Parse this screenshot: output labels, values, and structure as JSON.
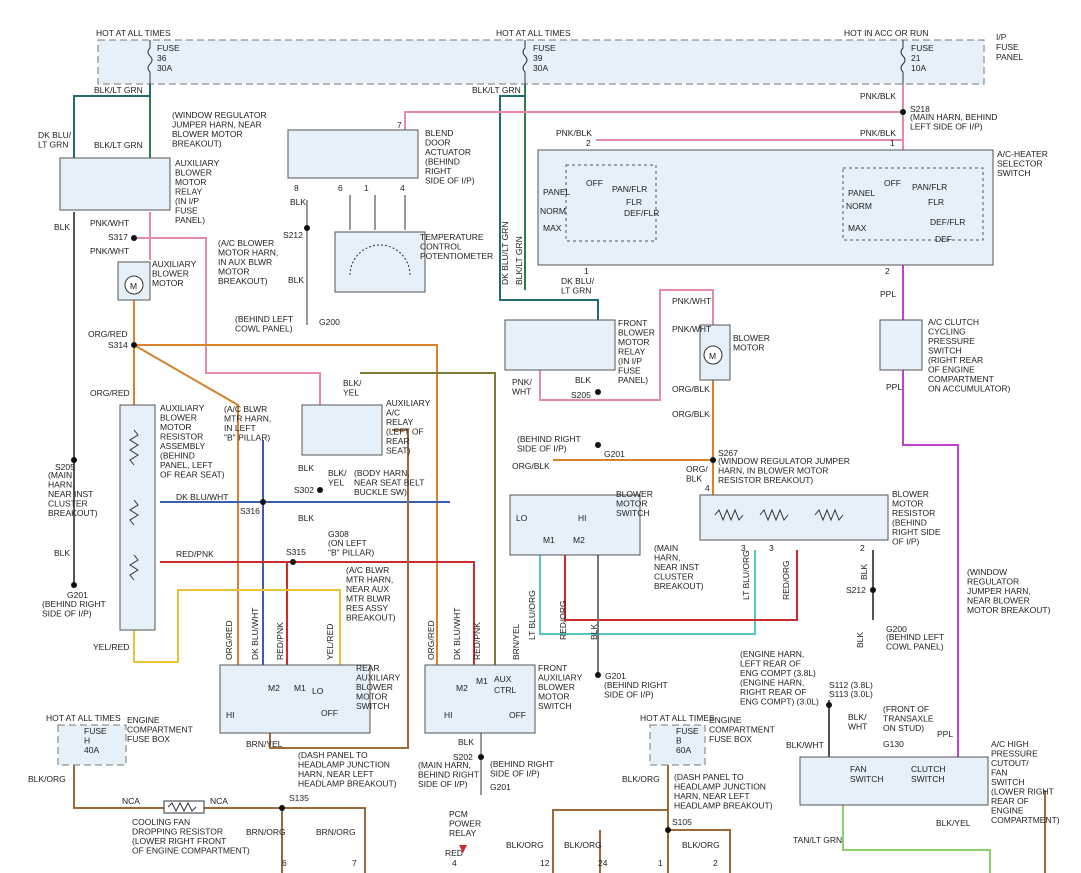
{
  "top": {
    "hot1": "HOT AT ALL TIMES",
    "hot2": "HOT AT ALL TIMES",
    "hot3": "HOT IN ACC OR RUN",
    "fuse36": [
      "FUSE",
      "36",
      "30A"
    ],
    "fuse39": [
      "FUSE",
      "39",
      "30A"
    ],
    "fuse21": [
      "FUSE",
      "21",
      "10A"
    ],
    "ip_panel": [
      "I/P",
      "FUSE",
      "PANEL"
    ]
  },
  "wires": {
    "blk_ltgrn1": "BLK/LT GRN",
    "blk_ltgrn2": "BLK/LT GRN",
    "blk_ltgrn3": "BLK/LT GRN",
    "dkblu_ltgrn": [
      "DK BLU/",
      "LT GRN"
    ],
    "pnk_blk1": "PNK/BLK",
    "pnk_blk2": "PNK/BLK",
    "pnk_blk3": "PNK/BLK",
    "pnk_blk4": "PNK/BLK",
    "blk1": "BLK",
    "pnk_wht1": "PNK/WHT",
    "pnk_wht2": "PNK/WHT",
    "org_red1": "ORG/RED",
    "org_red2": "ORG/RED",
    "blk2": "BLK",
    "blk3": "BLK",
    "yel_red": "YEL/RED",
    "dk_blu_wht": "DK BLU/WHT",
    "red_pnk": "RED/PNK",
    "dkblu_ltgrn2": [
      "DK BLU/",
      "LT GRN"
    ],
    "dkblu_ltgrn_vert": "DK BLU/LT GRN",
    "blk_ltgrn_vert": "BLK/LT GRN",
    "pnk_wht3": [
      "PNK/",
      "WHT"
    ],
    "pnk_wht4": "PNK/WHT",
    "pnk_wht5": "PNK/WHT",
    "org_blk1": "ORG/BLK",
    "org_blk2": "ORG/BLK",
    "org_blk3": "ORG/BLK",
    "org_blk4": [
      "ORG/",
      "BLK"
    ],
    "ppl1": "PPL",
    "ppl2": "PPL",
    "ppl3": "PPL",
    "blk_yel": [
      "BLK/",
      "YEL"
    ],
    "blk_yel2": [
      "BLK/",
      "YEL"
    ],
    "blk4": "BLK",
    "blk5": "BLK",
    "brn_yel": "BRN/YEL",
    "blk_org1": "BLK/ORG",
    "blk_org2": "BLK/ORG",
    "brn_org1": "BRN/ORG",
    "brn_org2": "BRN/ORG",
    "nca1": "NCA",
    "nca2": "NCA",
    "blk_org3": "BLK/ORG",
    "blk_org4": "BLK/ORG",
    "blk_org5": "BLK/ORG",
    "blk_wht": "BLK/WHT",
    "blk_wht2": [
      "BLK/",
      "WHT"
    ],
    "blk_yel3": "BLK/YEL",
    "tan_ltgrn": "TAN/LT GRN",
    "red": "RED",
    "blk6": "BLK",
    "blk7": "BLK",
    "blk8": "BLK",
    "blk9": "BLK",
    "blk10": "BLK"
  },
  "bottom_pins": [
    "6",
    "7",
    "4",
    "12",
    "24",
    "1",
    "2"
  ],
  "vertical_wires": [
    "ORG/RED",
    "DK BLU/WHT",
    "RED/PNK",
    "YEL/RED",
    "ORG/RED",
    "DK BLU/WHT",
    "RED/PNK",
    "BRN/YEL",
    "LT BLU/ORG",
    "RED/ORG",
    "BLK",
    "LT BLU/ORG",
    "RED/ORG",
    "BLK"
  ],
  "comps": {
    "blend": [
      "BLEND",
      "DOOR",
      "ACTUATOR",
      "(BEHIND",
      "RIGHT",
      "SIDE OF I/P)"
    ],
    "temp": [
      "TEMPERATURE",
      "CONTROL",
      "POTENTIOMETER"
    ],
    "wr_jumper": [
      "(WINDOW REGULATOR",
      "JUMPER HARN, NEAR",
      "BLOWER MOTOR",
      "BREAKOUT)"
    ],
    "aux_relay": [
      "AUXILIARY",
      "BLOWER",
      "MOTOR",
      "RELAY",
      "(IN I/P",
      "FUSE",
      "PANEL)"
    ],
    "aux_motor": [
      "AUXILIARY",
      "BLOWER",
      "MOTOR"
    ],
    "ac_blower_harn": [
      "(A/C BLOWER",
      "MOTOR HARN,",
      "IN AUX BLWR",
      "MOTOR",
      "BREAKOUT)"
    ],
    "behind_left_cowl": [
      "(BEHIND LEFT",
      "COWL PANEL)"
    ],
    "aux_resistor": [
      "AUXILIARY",
      "BLOWER",
      "MOTOR",
      "RESISTOR",
      "ASSEMBLY",
      "(BEHIND",
      "PANEL, LEFT",
      "OF REAR SEAT)"
    ],
    "s205_main": [
      "(MAIN",
      "HARN,",
      "NEAR INST",
      "CLUSTER",
      "BREAKOUT)"
    ],
    "g201_left": [
      "(BEHIND RIGHT",
      "SIDE OF I/P)"
    ],
    "ac_blwr_b": [
      "(A/C BLWR",
      "MTR HARN,",
      "IN LEFT",
      "\"B\" PILLAR)"
    ],
    "aux_ac_relay": [
      "AUXILIARY",
      "A/C",
      "RELAY",
      "(LEFT OF",
      "REAR",
      "SEAT)"
    ],
    "body_harn": [
      "(BODY HARN,",
      "NEAR SEAT BELT",
      "BUCKLE SW)"
    ],
    "g308": [
      "(ON LEFT",
      "\"B\" PILLAR)"
    ],
    "ac_blwr_res": [
      "(A/C BLWR",
      "MTR HARN,",
      "NEAR AUX",
      "MTR BLWR",
      "RES ASSY",
      "BREAKOUT)"
    ],
    "rear_switch": [
      "REAR",
      "AUXILIARY",
      "BLOWER",
      "MOTOR",
      "SWITCH"
    ],
    "front_relay": [
      "FRONT",
      "BLOWER",
      "MOTOR",
      "RELAY",
      "(IN I/P",
      "FUSE",
      "PANEL)"
    ],
    "blower_motor": [
      "BLOWER",
      "MOTOR"
    ],
    "selector": [
      "A/C-HEATER",
      "SELECTOR",
      "SWITCH"
    ],
    "s218": [
      "(MAIN HARN, BEHIND",
      "LEFT SIDE OF I/P)"
    ],
    "clutch_cyc": [
      "A/C CLUTCH",
      "CYCLING",
      "PRESSURE",
      "SWITCH",
      "(RIGHT REAR",
      "OF ENGINE",
      "COMPARTMENT",
      "ON ACCUMULATOR)"
    ],
    "s267": [
      "(WINDOW REGULATOR JUMPER",
      "HARN, IN BLOWER MOTOR",
      "RESISTOR BREAKOUT)"
    ],
    "blower_switch": [
      "BLOWER",
      "MOTOR",
      "SWITCH"
    ],
    "blower_resistor": [
      "BLOWER",
      "MOTOR",
      "RESISTOR",
      "(BEHIND",
      "RIGHT SIDE",
      "OF I/P)"
    ],
    "main_harn_inst": [
      "(MAIN",
      "HARN,",
      "NEAR INST",
      "CLUSTER",
      "BREAKOUT)"
    ],
    "behind_right_ip": [
      "(BEHIND RIGHT",
      "SIDE OF I/P)"
    ],
    "s212_right": [
      "(WINDOW",
      "REGULATOR",
      "JUMPER HARN,",
      "NEAR BLOWER",
      "MOTOR BREAKOUT)"
    ],
    "g200_right": [
      "(BEHIND LEFT",
      "COWL PANEL)"
    ],
    "front_aux_switch": [
      "FRONT",
      "AUXILIARY",
      "BLOWER",
      "MOTOR",
      "SWITCH"
    ],
    "g201_mid": [
      "(BEHIND RIGHT",
      "SIDE OF I/P)"
    ],
    "s202": [
      "(MAIN HARN,",
      "BEHIND RIGHT",
      "SIDE OF I/P)"
    ],
    "g201_b": [
      "(BEHIND RIGHT",
      "SIDE OF I/P)"
    ],
    "eng_harn": [
      "(ENGINE HARN,",
      "LEFT REAR OF",
      "ENG COMPT (3.8L)",
      "(ENGINE HARN,",
      "RIGHT REAR OF",
      "ENG COMPT) (3.0L)"
    ],
    "transaxle": [
      "(FRONT OF",
      "TRANSAXLE",
      "ON STUD)"
    ],
    "hp_switch": [
      "A/C HIGH",
      "PRESSURE",
      "CUTOUT/",
      "FAN",
      "SWITCH",
      "(LOWER RIGHT",
      "REAR OF",
      "ENGINE",
      "COMPARTMENT)"
    ],
    "eng_fuse_box1": [
      "ENGINE",
      "COMPARTMENT",
      "FUSE BOX"
    ],
    "eng_fuse_box2": [
      "ENGINE",
      "COMPARTMENT",
      "FUSE BOX"
    ],
    "cooling": [
      "COOLING FAN",
      "DROPPING RESISTOR",
      "(LOWER RIGHT FRONT",
      "OF ENGINE COMPARTMENT)"
    ],
    "dash_panel1": [
      "(DASH PANEL TO",
      "HEADLAMP JUNCTION",
      "HARN, NEAR LEFT",
      "HEADLAMP BREAKOUT)"
    ],
    "dash_panel2": [
      "(DASH PANEL TO",
      "HEADLAMP JUNCTION",
      "HARN, NEAR LEFT",
      "HEADLAMP BREAKOUT)"
    ],
    "pcm": [
      "PCM",
      "POWER",
      "RELAY"
    ]
  },
  "labels": {
    "s212": "S212",
    "s317": "S317",
    "s314": "S314",
    "s205": "S205",
    "g201": "G201",
    "g200": "G200",
    "s302": "S302",
    "s316": "S316",
    "s315": "S315",
    "g308": "G308",
    "s205b": "S205",
    "g201b": "G201",
    "s267": "S267",
    "s212b": "S212",
    "g200b": "G200",
    "g201c": "G201",
    "s202": "S202",
    "g201d": "G201",
    "s218": "S218",
    "s135": "S135",
    "s105": "S105",
    "s112": "S112 (3.8L)",
    "s113": "S113 (3.0L)",
    "g130": "G130",
    "hot_eng1": "HOT AT ALL TIMES",
    "hot_eng2": "HOT AT ALL TIMES",
    "fuse_h": [
      "FUSE",
      "H",
      "40A"
    ],
    "fuse_b": [
      "FUSE",
      "B",
      "60A"
    ]
  },
  "switch_text": {
    "panel": "PANEL",
    "norm": "NORM",
    "max": "MAX",
    "off": "OFF",
    "panflr": "PAN/FLR",
    "flr": "FLR",
    "defflr": "DEF/FLR",
    "def": "DEF",
    "lo": "LO",
    "hi": "HI",
    "m1": "M1",
    "m2": "M2",
    "aux": "AUX",
    "ctrl": "CTRL",
    "fan_switch": "FAN",
    "fan_switch2": "SWITCH",
    "clutch_switch": "CLUTCH",
    "clutch_switch2": "SWITCH"
  },
  "pins": [
    "7",
    "8",
    "6",
    "2",
    "1",
    "1",
    "2",
    "4",
    "3",
    "3",
    "2",
    "1",
    "4"
  ],
  "colors": {
    "dkgreen": "#2e7d4f",
    "teal": "#1f6a75",
    "pink": "#e58aa8",
    "orange": "#d9822b",
    "purple": "#c340d0",
    "red": "#cc2b2b",
    "yellow": "#e8c43a",
    "blue": "#3a5fa8",
    "cyan": "#55c6c8",
    "olive": "#7f7a3a",
    "brown": "#9a6a3c",
    "gray": "#777777",
    "ltgreen": "#8fcf6b"
  }
}
